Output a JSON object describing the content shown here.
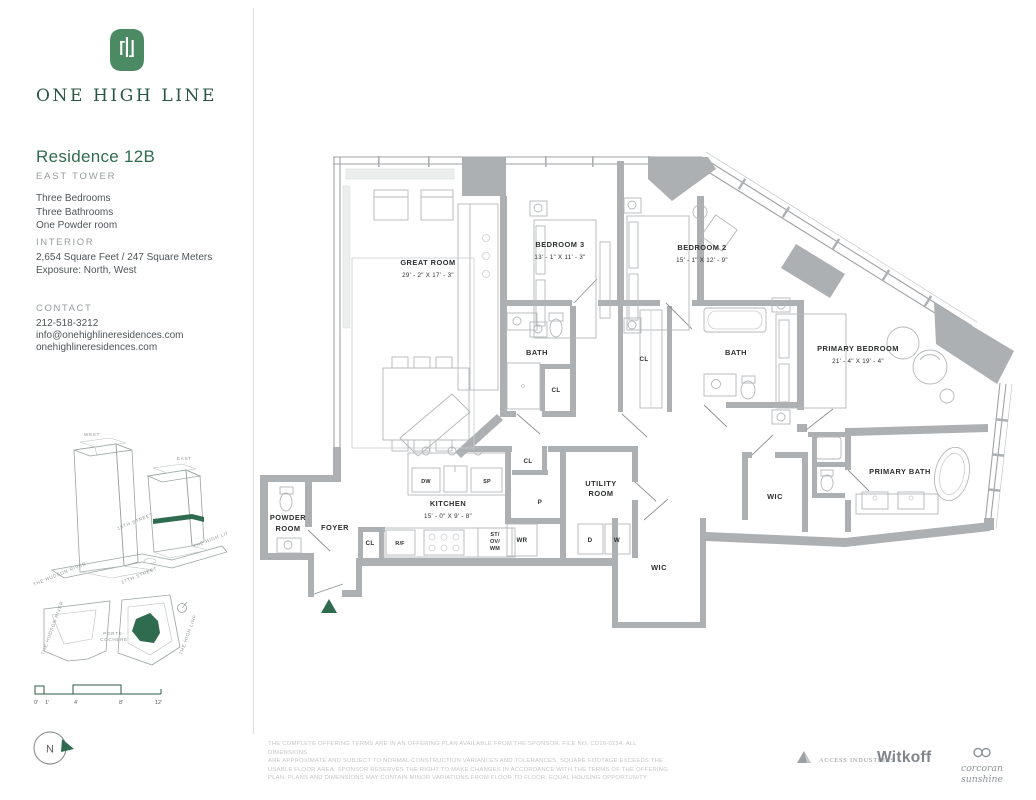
{
  "brand": {
    "name": "ONE HIGH LINE"
  },
  "colors": {
    "brand_green": "#2E6B4F",
    "emblem_green": "#4C8A63",
    "wall_gray": "#ADB0B3"
  },
  "sidebar": {
    "residence_title": "Residence 12B",
    "tower": "EAST TOWER",
    "features": [
      "Three Bedrooms",
      "Three Bathrooms",
      "One Powder room"
    ],
    "interior_label": "INTERIOR",
    "area": "2,654 Square Feet / 247 Square Meters",
    "exposure": "Exposure: North, West",
    "contact_label": "CONTACT",
    "phone": "212-518-3212",
    "email": "info@onehighlineresidences.com",
    "website": "onehighlineresidences.com",
    "axon": {
      "west": "WEST",
      "east": "EAST",
      "street_18": "18TH STREET",
      "street_17": "17TH STREET",
      "high_line": "THE HIGH LINE",
      "hudson_river": "THE HUDSON RIVER"
    },
    "site_map": {
      "porte_cochere_line1": "PORTE-",
      "porte_cochere_line2": "COCHERE",
      "hudson_river": "THE HUDSON RIVER",
      "high_line": "THE HIGH LINE"
    },
    "scale_bar": {
      "ticks": [
        "0'",
        "1'",
        "4'",
        "8'",
        "12'"
      ]
    },
    "north_label": "N"
  },
  "plan": {
    "rooms": {
      "great_room": {
        "name": "GREAT ROOM",
        "dims": "29' - 2\" X 17' - 3\""
      },
      "bedroom3": {
        "name": "BEDROOM 3",
        "dims": "13' - 1\" X 11' - 3\""
      },
      "bedroom2": {
        "name": "BEDROOM 2",
        "dims": "15' - 1\" X 12' - 9\""
      },
      "primary_bedroom": {
        "name": "PRIMARY BEDROOM",
        "dims": "21' - 4\" X 19' - 4\""
      },
      "kitchen": {
        "name": "KITCHEN",
        "dims": "15' - 0\" X 9' - 8\""
      },
      "primary_bath": "PRIMARY BATH",
      "bath": "BATH",
      "powder_line1": "POWDER",
      "powder_line2": "ROOM",
      "utility_line1": "UTILITY",
      "utility_line2": "ROOM",
      "foyer": "FOYER",
      "wic": "WIC",
      "cl": "CL",
      "pantry": "P",
      "wr": "WR"
    },
    "appliances": {
      "dw": "DW",
      "sp": "SP",
      "rf": "R/F",
      "st": "ST/",
      "ov": "OV/",
      "wm": "WM",
      "d": "D",
      "w": "W"
    }
  },
  "footer": {
    "disclaimer_lines": [
      "THE COMPLETE OFFERING TERMS ARE IN AN OFFERING PLAN AVAILABLE FROM THE SPONSOR. FILE NO. CD16-0234. ALL DIMENSIONS",
      "ARE APPROXIMATE AND SUBJECT TO NORMAL CONSTRUCTION VARIANCES AND TOLERANCES. SQUARE FOOTAGE EXCEEDS THE",
      "USABLE FLOOR AREA. SPONSOR RESERVES THE RIGHT TO MAKE CHANGES IN ACCORDANCE WITH THE TERMS OF THE OFFERING",
      "PLAN. PLANS AND DIMENSIONS MAY CONTAIN MINOR VARIATIONS FROM FLOOR TO FLOOR. EQUAL HOUSING OPPORTUNITY"
    ],
    "partners": {
      "access": "ACCESS INDUSTRIES",
      "witkoff": "Witkoff",
      "corcoran": "corcoran sunshine"
    }
  }
}
